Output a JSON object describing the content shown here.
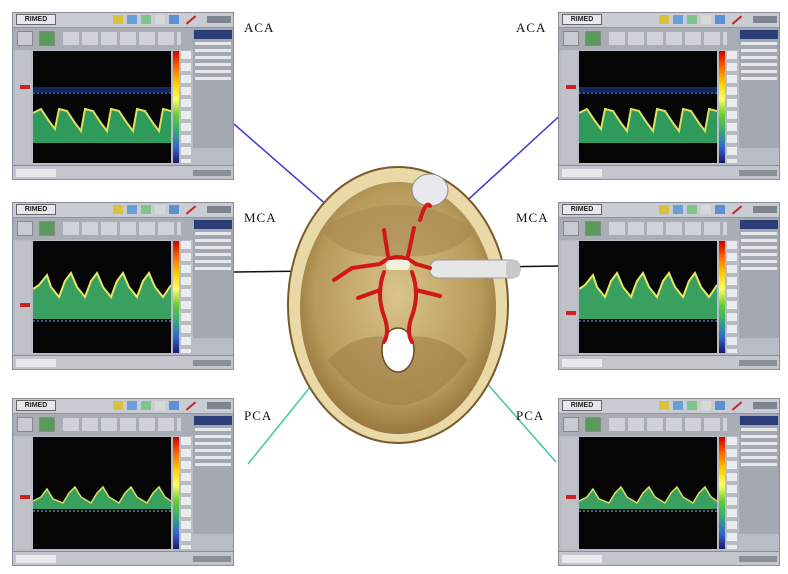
{
  "labels": {
    "aca_left": "ACA",
    "mca_left": "MCA",
    "pca_left": "PCA",
    "aca_right": "ACA",
    "mca_right": "MCA",
    "pca_right": "PCA"
  },
  "panels": {
    "logo_text": "RIMED"
  },
  "colors": {
    "aca_line": "#3b3bcc",
    "mca_line": "#111111",
    "pca_line": "#3cc8a0",
    "vessel": "#d01818",
    "skull_bone": "#c9b27a"
  }
}
